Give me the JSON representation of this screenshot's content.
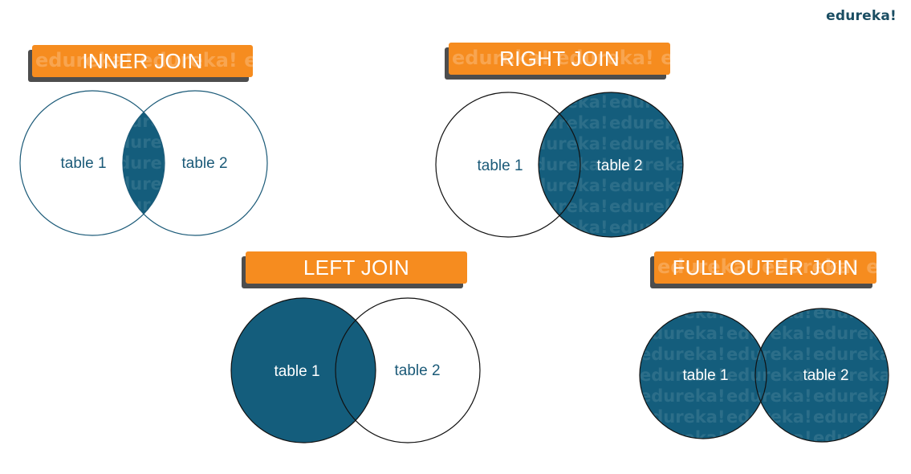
{
  "brand": "edureka!",
  "watermark": "edureka!",
  "colors": {
    "orange": "#f68c1f",
    "teal": "#145d7c",
    "label_dark": "#1b5a78",
    "label_light": "#ffffff"
  },
  "diagrams": [
    {
      "title": "INNER JOIN",
      "left_label": "table 1",
      "right_label": "table 2",
      "fill": "intersection"
    },
    {
      "title": "RIGHT JOIN",
      "left_label": "table 1",
      "right_label": "table 2",
      "fill": "right"
    },
    {
      "title": "LEFT JOIN",
      "left_label": "table 1",
      "right_label": "table 2",
      "fill": "left"
    },
    {
      "title": "FULL OUTER JOIN",
      "left_label": "table 1",
      "right_label": "table 2",
      "fill": "both"
    }
  ]
}
